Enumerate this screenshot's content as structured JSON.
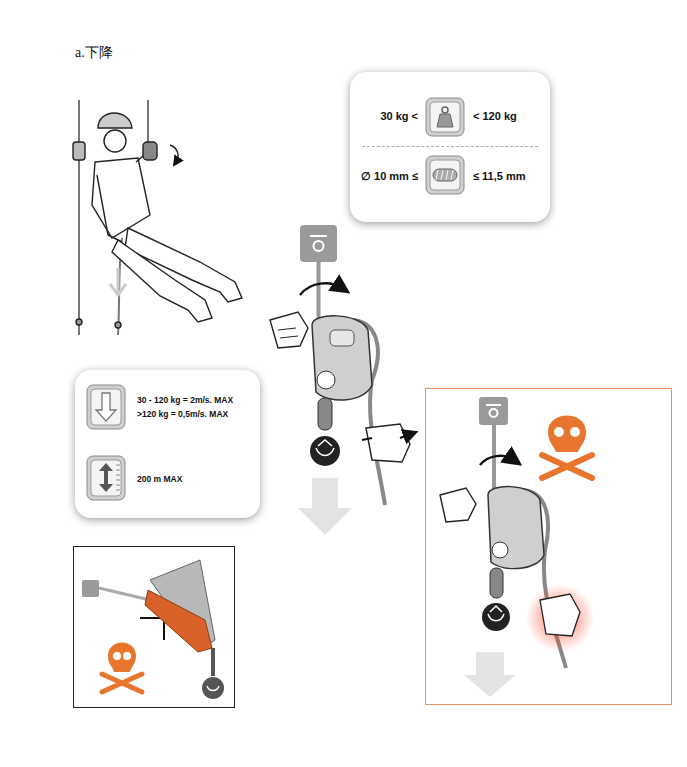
{
  "diagram": {
    "title": "a.下降",
    "nodes": [
      {
        "text": [
          "30 kg <",
          "< 120 kg",
          "∅ 10 mm ≤",
          "≤ 11,5 mm"
        ]
      },
      {
        "text": [
          "30 - 120 kg = 2m/s. MAX",
          ">120 kg = 0,5m/s. MAX",
          "200 m MAX"
        ]
      }
    ]
  }
}
